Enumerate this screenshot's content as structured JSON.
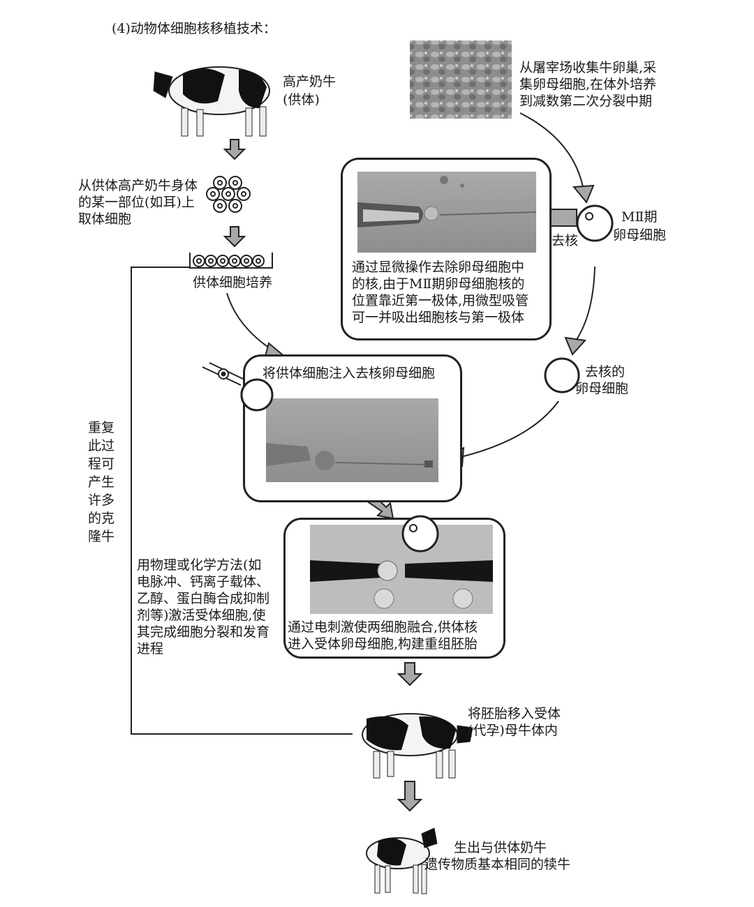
{
  "title": "(4)动物体细胞核移植技术：",
  "donor": {
    "label": [
      "高产奶牛",
      "(供体)"
    ]
  },
  "ovary": {
    "text": [
      "从屠宰场收集牛卵巢,采",
      "集卵母细胞,在体外培养",
      "到减数第二次分裂中期"
    ]
  },
  "body_cells": {
    "text": [
      "从供体高产奶牛身体",
      "的某一部位(如耳)上",
      "取体细胞"
    ]
  },
  "culture": {
    "label": "供体细胞培养"
  },
  "mii_oocyte": {
    "label": [
      "MⅡ期",
      "卵母细胞"
    ]
  },
  "enucleate": {
    "label": "去核"
  },
  "micro_box": {
    "text": [
      "通过显微操作去除卵母细胞中",
      "的核,由于MⅡ期卵母细胞核的",
      "位置靠近第一极体,用微型吸管",
      "可一并吸出细胞核与第一极体"
    ]
  },
  "enucleated": {
    "label": [
      "去核的",
      "卵母细胞"
    ]
  },
  "inject_box": {
    "title": "将供体细胞注入去核卵母细胞"
  },
  "fusion_box": {
    "text": [
      "通过电刺激使两细胞融合,供体核",
      "进入受体卵母细胞,构建重组胚胎"
    ]
  },
  "activation": {
    "text": [
      "用物理或化学方法(如",
      "电脉冲、钙离子载体、",
      "乙醇、蛋白酶合成抑制",
      "剂等)激活受体细胞,使",
      "其完成细胞分裂和发育",
      "进程"
    ]
  },
  "repeat": {
    "text": [
      "重复",
      "此过",
      "程可",
      "产生",
      "许多",
      "的克",
      "隆牛"
    ]
  },
  "recipient": {
    "text": [
      "将胚胎移入受体",
      "(代孕)母牛体内"
    ]
  },
  "offspring": {
    "text": [
      "生出与供体奶牛",
      "遗传物质基本相同的犊牛"
    ]
  },
  "colors": {
    "arrow_fill": "#a8a8a8",
    "line": "#222222",
    "photo_gray": "#9a9a9a"
  }
}
